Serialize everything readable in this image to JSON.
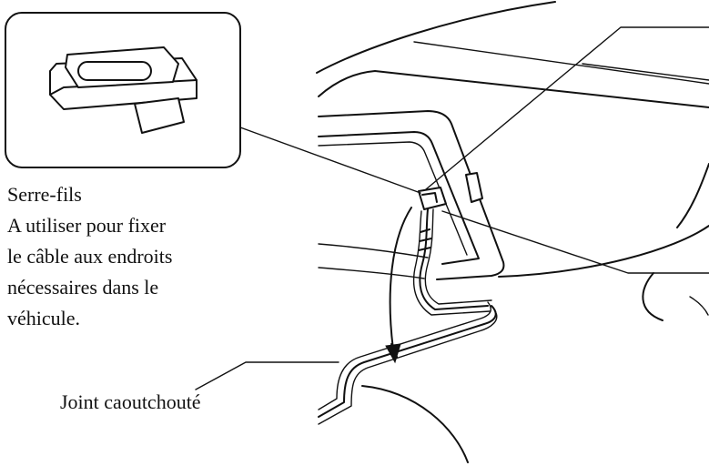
{
  "callout": {
    "title": "Serre-fils",
    "lines": [
      "A utiliser pour fixer",
      "le câble aux endroits",
      "nécessaires dans le",
      "véhicule."
    ]
  },
  "labels": {
    "rubber_seal": "Joint caoutchouté"
  }
}
